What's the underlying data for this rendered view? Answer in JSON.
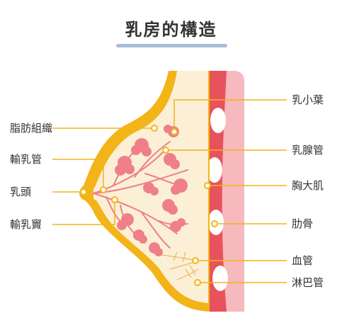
{
  "title": "乳房的構造",
  "colors": {
    "leader": "#f2b418",
    "title_bar": "#a7bcd9",
    "skin_outline": "#f2b418",
    "fat": "#fbf0d6",
    "lobule": "#ee7f8b",
    "muscle": "#e8525c",
    "chest_wall": "#f6b9bd",
    "rib": "#ffffff",
    "lymph": "#e8b766"
  },
  "labels": {
    "left": {
      "fat_tissue": "脂肪組織",
      "duct": "輸乳管",
      "nipple": "乳頭",
      "sinus": "輸乳竇"
    },
    "right": {
      "lobule": "乳小葉",
      "gland_duct": "乳腺管",
      "pectoral": "胸大肌",
      "rib": "肋骨",
      "vessel": "血管",
      "lymph": "淋巴管"
    }
  }
}
